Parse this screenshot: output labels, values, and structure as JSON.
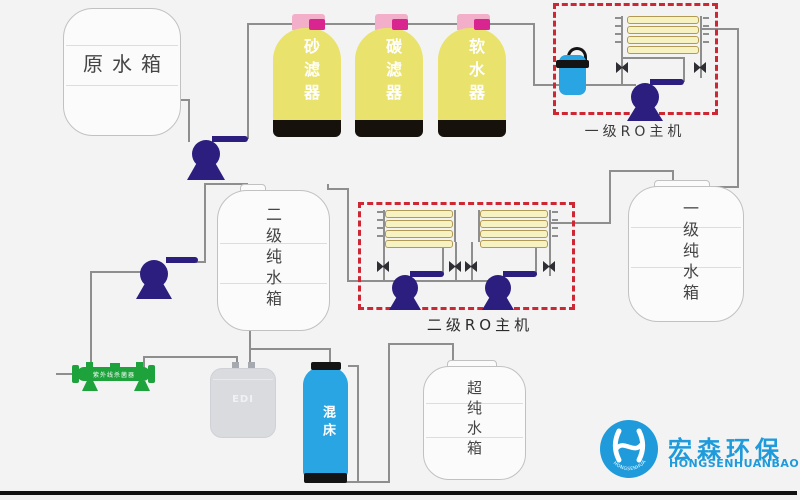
{
  "equipment": {
    "raw_water_tank": {
      "label": "原水箱"
    },
    "filters": [
      {
        "label": "砂滤器"
      },
      {
        "label": "碳滤器"
      },
      {
        "label": "软水器"
      }
    ],
    "ro_stage1": {
      "label": "一级RO主机"
    },
    "ro_stage2": {
      "label": "二级RO主机"
    },
    "stage2_pure_tank": {
      "label": "二级纯水箱"
    },
    "stage1_pure_tank": {
      "label": "一级纯水箱"
    },
    "edi_module": {
      "label": "EDI"
    },
    "mixed_bed": {
      "label": "混床"
    },
    "ultrapure_tank": {
      "label": "超纯水箱"
    },
    "uv_sterilizer": {
      "label": "紫外线杀菌器"
    }
  },
  "logo": {
    "name_cn": "宏森环保",
    "name_en": "HONGSENHUANBAO",
    "color": "#1f9bdb"
  },
  "colors": {
    "background": "#f3f3f4",
    "pipe": "#8e8e8e",
    "ro_frame_red": "#ce2633",
    "filter_yellow": "#e9e26c",
    "pump_indigo": "#2b1e7e",
    "water_blue": "#28a5e2",
    "uv_green": "#1da23c",
    "cap_pink": "#f3aec9",
    "valve_magenta": "#d9258f"
  }
}
